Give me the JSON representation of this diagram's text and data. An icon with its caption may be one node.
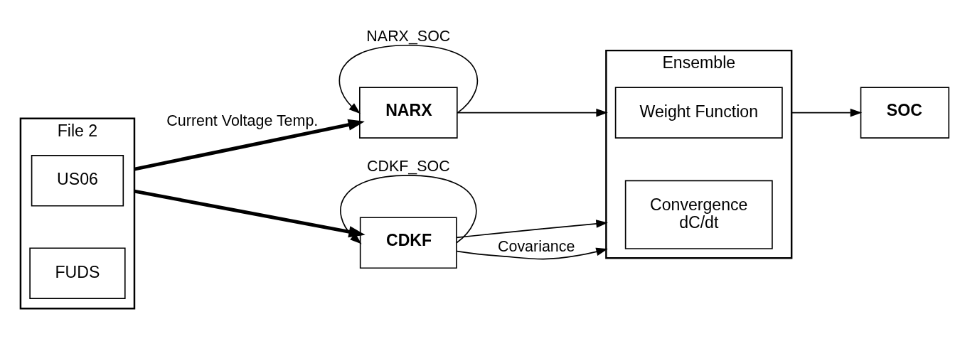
{
  "diagram": {
    "nodes": [
      {
        "text": [
          "File 2"
        ]
      },
      {
        "text": [
          "US06"
        ],
        "in": 0
      },
      {
        "text": [
          "FUDS"
        ],
        "in": 0
      },
      {
        "text": [
          "NARX"
        ]
      },
      {
        "text": [
          "CDKF"
        ]
      },
      {
        "text": [
          "Ensemble"
        ]
      },
      {
        "text": [
          "Weight Function"
        ],
        "in": 5
      },
      {
        "text": [
          "Convergence",
          "dC/dt"
        ],
        "in": 5
      },
      {
        "text": [
          "SOC"
        ]
      }
    ],
    "edges": [
      {
        "from": 0,
        "to": 3,
        "arrow": "to",
        "style": "thick",
        "label": "Current Voltage Temp."
      },
      {
        "from": 0,
        "to": 4,
        "arrow": "to",
        "style": "thick"
      },
      {
        "from": 3,
        "to": 3,
        "arrow": "to",
        "label": "NARX_SOC"
      },
      {
        "from": 3,
        "to": 5,
        "arrow": "to"
      },
      {
        "from": 4,
        "to": 4,
        "arrow": "to",
        "label": "CDKF_SOC"
      },
      {
        "from": 4,
        "to": 5,
        "arrow": "to"
      },
      {
        "from": 4,
        "to": 5,
        "arrow": "to",
        "label": "Covariance"
      },
      {
        "from": 5,
        "to": 8,
        "arrow": "to"
      }
    ]
  }
}
